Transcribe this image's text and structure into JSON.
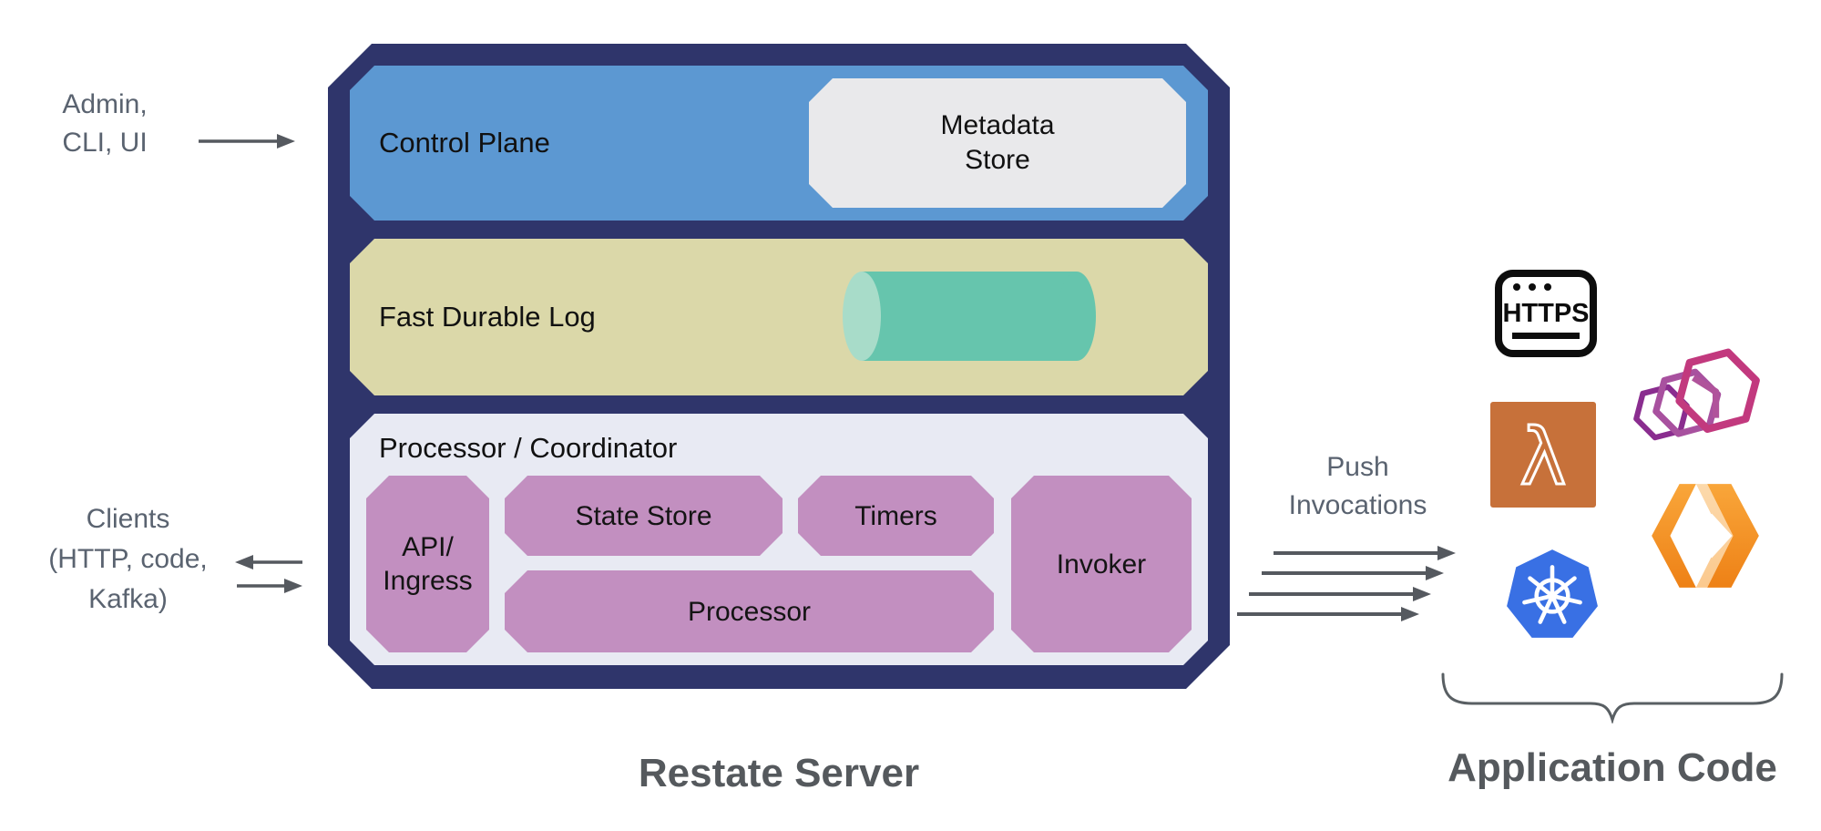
{
  "left": {
    "admin_label": {
      "line1": "Admin,",
      "line2": "CLI, UI"
    },
    "clients_label": {
      "line1": "Clients",
      "line2": "(HTTP, code,",
      "line3": "Kafka)"
    }
  },
  "server": {
    "caption": "Restate Server",
    "control_plane": {
      "label": "Control Plane",
      "metadata_store": {
        "line1": "Metadata",
        "line2": "Store"
      }
    },
    "log": {
      "label": "Fast Durable Log"
    },
    "coordinator": {
      "label": "Processor / Coordinator",
      "api_box": {
        "line1": "API/",
        "line2": "Ingress"
      },
      "state_store": "State Store",
      "timers": "Timers",
      "processor": "Processor",
      "invoker": "Invoker"
    }
  },
  "right": {
    "push_label": {
      "line1": "Push",
      "line2": "Invocations"
    },
    "https_icon_text": "HTTPS",
    "caption": "Application Code",
    "icons": [
      "https-icon",
      "lambda-icon",
      "container-hexagons-icon",
      "cloudflare-workers-icon",
      "kubernetes-icon"
    ]
  },
  "colors": {
    "navy": "#2f356b",
    "blue": "#5c98d2",
    "khaki": "#dbd8a9",
    "lavender": "#e8eaf3",
    "purple": "#c28fc0",
    "metadata_gray": "#e9e9eb",
    "teal": "#66c5ad",
    "teal_light": "#a8dcc9",
    "arrow_gray": "#55595f",
    "side_text_gray": "#5a6370",
    "caption_gray": "#55595d",
    "lambda_orange": "#c7713a",
    "kubernetes_blue": "#3970e4",
    "workers_orange": "#f09022",
    "hexagon_pink": "#c2397e",
    "hexagon_purple": "#8a2d8f"
  }
}
